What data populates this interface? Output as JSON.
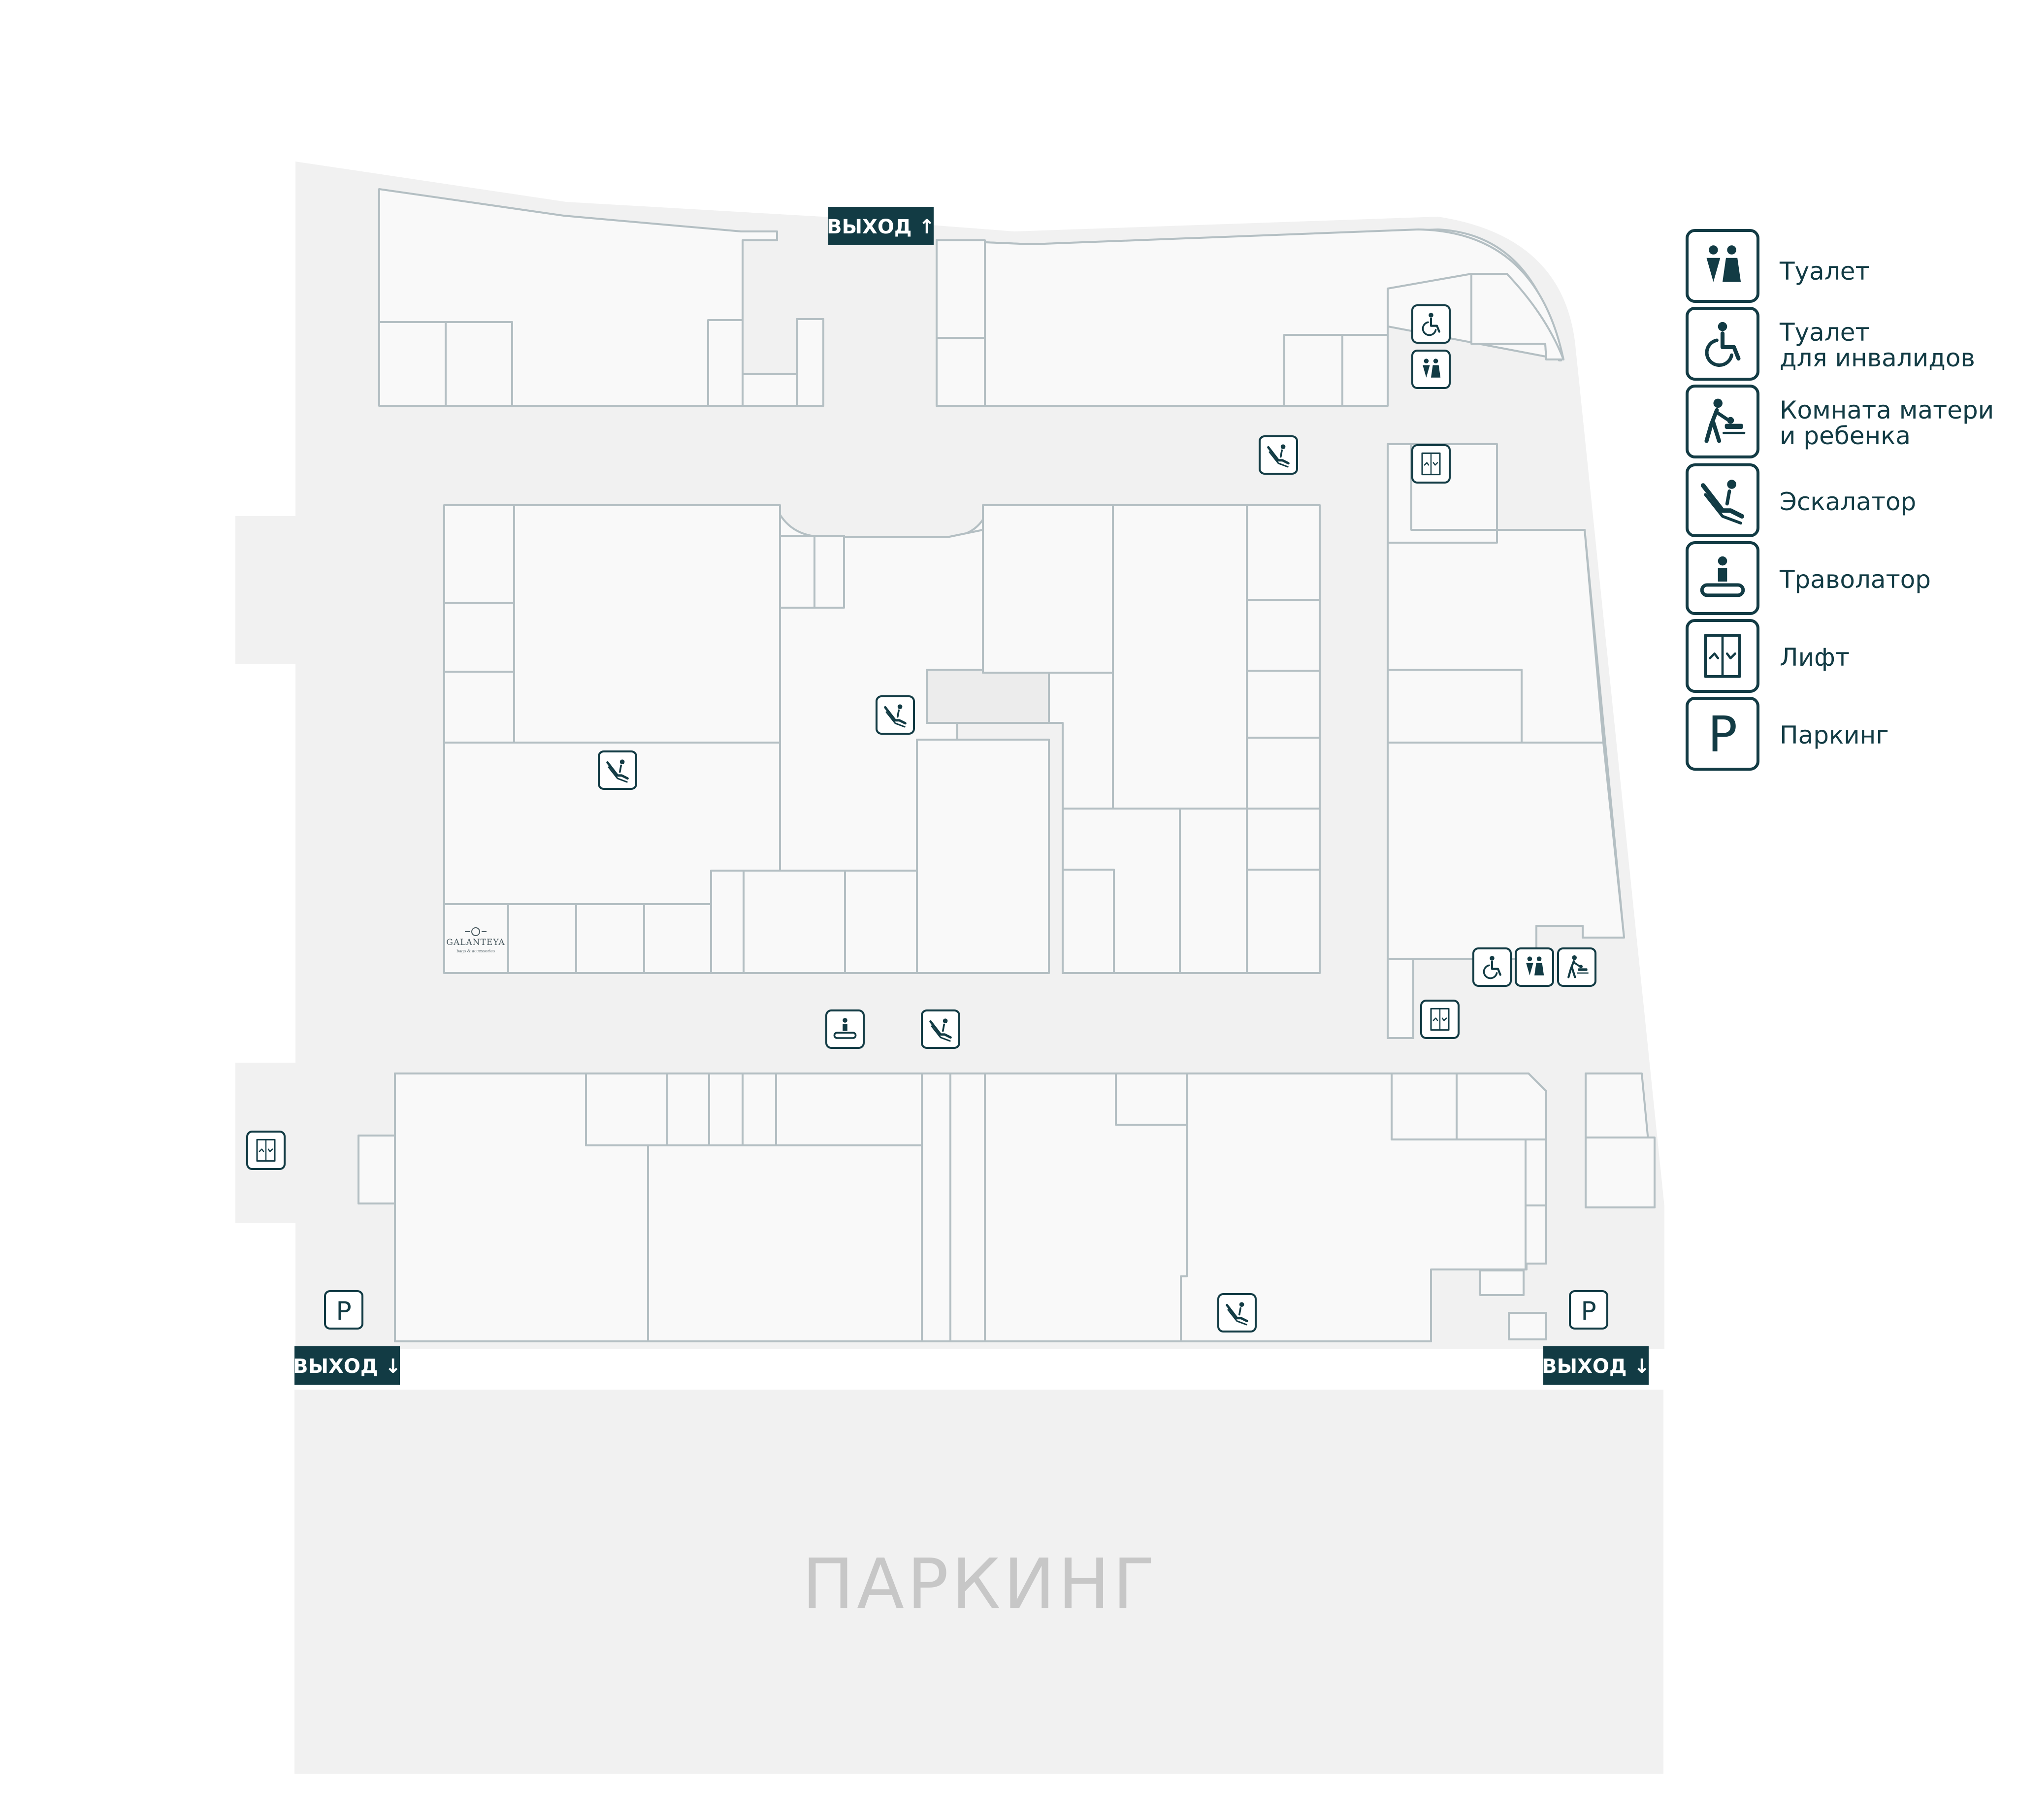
{
  "parking_area_label": "ПАРКИНГ",
  "exits": {
    "top": "ВЫХОД ↑",
    "bottom_left": "ВЫХОД ↓",
    "bottom_right": "ВЫХОД ↓"
  },
  "store_brand": {
    "name": "GALANTEYA",
    "tagline": "bags & accessories"
  },
  "parking_pin_letter": "P",
  "legend": {
    "toilet": "Туалет",
    "accessible_toilet_line1": "Туалет",
    "accessible_toilet_line2": "для инвалидов",
    "mother_child_line1": "Комната матери",
    "mother_child_line2": "и ребенка",
    "escalator": "Эскалатор",
    "travolator": "Траволатор",
    "elevator": "Лифт",
    "parking": "Паркинг",
    "parking_letter": "P"
  },
  "colors": {
    "accent": "#123b44",
    "floor": "#f1f1f1",
    "room": "#f9f9f9",
    "wall": "#b4bfc3"
  }
}
